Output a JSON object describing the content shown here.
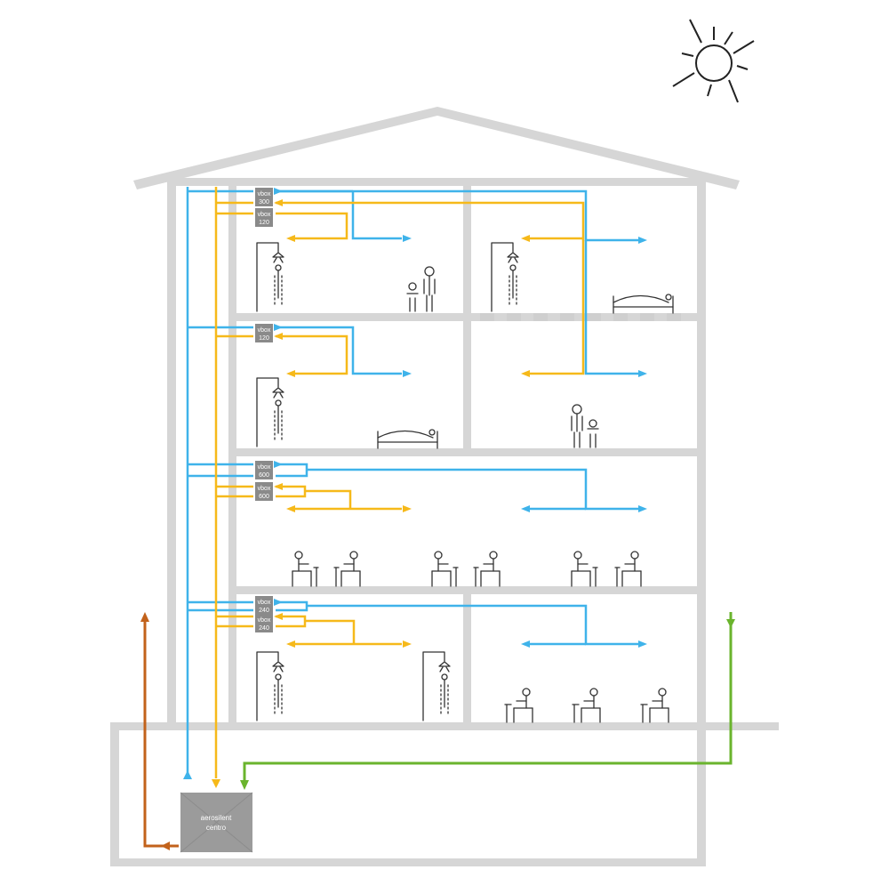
{
  "diagram": {
    "unit": {
      "line1": "aerosilent",
      "line2": "centro"
    },
    "vbox_prefix": "vbox",
    "vboxes": [
      {
        "id": "f4-supply",
        "size": "300"
      },
      {
        "id": "f4-extract",
        "size": "120"
      },
      {
        "id": "f3-extract",
        "size": "120"
      },
      {
        "id": "f2-supply",
        "size": "600"
      },
      {
        "id": "f2-extract",
        "size": "600"
      },
      {
        "id": "f1-supply",
        "size": "240"
      },
      {
        "id": "f1-extract",
        "size": "240"
      }
    ],
    "colors": {
      "supply": "#3fb3ea",
      "extract": "#f6b91a",
      "outdoor_intake": "#6ab42d",
      "exhaust": "#c2621b",
      "structure": "#d6d6d6",
      "unit_box": "#9b9b9b",
      "vbox": "#8a8a8a",
      "figures": "#333333"
    },
    "icons": [
      "sun-icon",
      "shower-icon",
      "person-icon",
      "bed-icon",
      "desk-icon"
    ]
  }
}
